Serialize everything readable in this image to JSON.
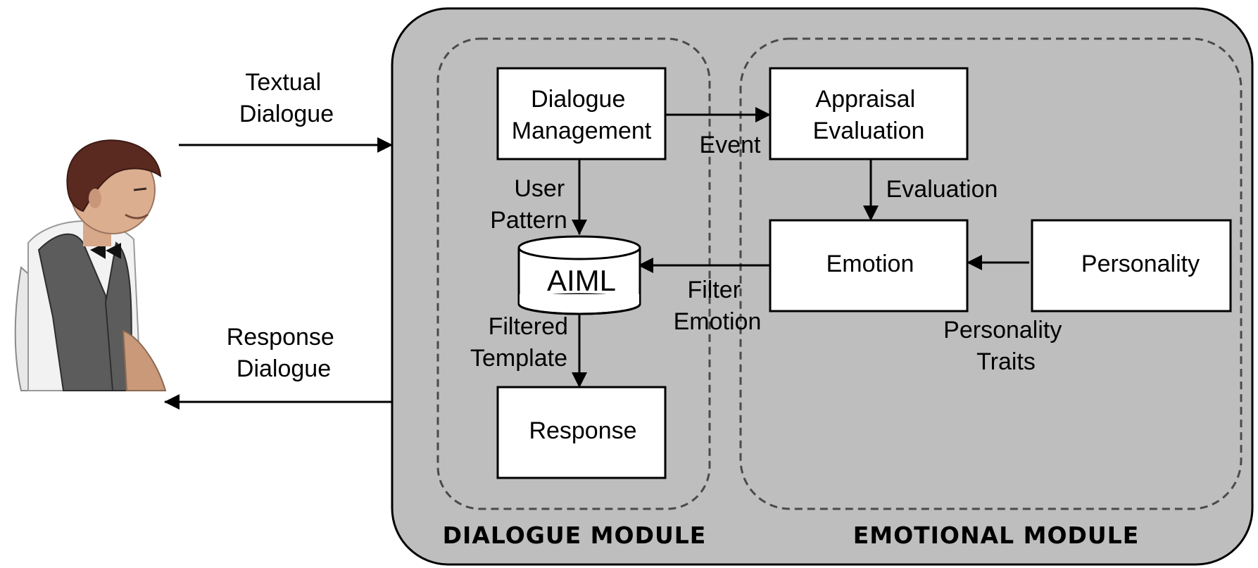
{
  "colors": {
    "container_fill": "#bebebe",
    "box_fill": "#ffffff",
    "stroke": "#000000",
    "dashed_stroke": "#4a4a4a"
  },
  "user": {
    "icon": "person-waiter-icon"
  },
  "flows": {
    "textual_dialogue": [
      "Textual",
      "Dialogue"
    ],
    "response_dialogue": [
      "Response",
      "Dialogue"
    ]
  },
  "dialogue_module": {
    "title": "DIALOGUE MODULE",
    "nodes": {
      "dialogue_management": [
        "Dialogue",
        "Management"
      ],
      "aiml": "AIML",
      "response": "Response"
    },
    "edges": {
      "user_pattern": [
        "User",
        "Pattern"
      ],
      "filtered_template": [
        "Filtered",
        "Template"
      ]
    }
  },
  "emotional_module": {
    "title": "EMOTIONAL MODULE",
    "nodes": {
      "appraisal_evaluation": [
        "Appraisal",
        "Evaluation"
      ],
      "emotion": "Emotion",
      "personality": "Personality"
    },
    "edges": {
      "evaluation": "Evaluation",
      "personality_traits": [
        "Personality",
        "Traits"
      ]
    }
  },
  "cross_edges": {
    "event": "Event",
    "filter_emotion": [
      "Filter",
      "Emotion"
    ]
  }
}
